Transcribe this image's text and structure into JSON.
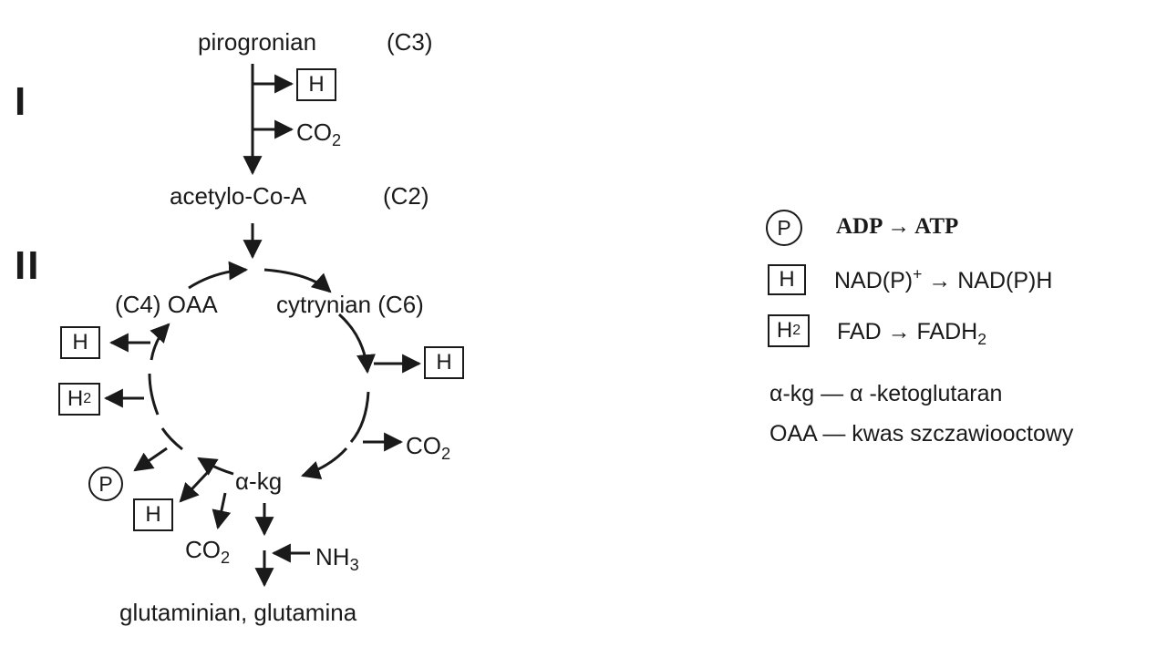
{
  "sections": {
    "stage1": "I",
    "stage2": "II"
  },
  "pathway": {
    "pyruvate": "pirogronian",
    "pyruvate_c": "(C3)",
    "acetyl": "acetylo-Co-A",
    "acetyl_c": "(C2)",
    "oaa": "(C4) OAA",
    "citrate": "cytrynian (C6)",
    "akg": "α-kg",
    "glutamate": "glutaminian, glutamina"
  },
  "products": {
    "h": "H",
    "h2_main": "H",
    "h2_sub": "2",
    "p": "P",
    "co2_main": "CO",
    "co2_sub": "2",
    "nh3_main": "NH",
    "nh3_sub": "3"
  },
  "legend": {
    "p_text": "ADP → ATP",
    "h_text_a": "NAD(P)",
    "h_text_sup": "+",
    "h_text_b": " → NAD(P)H",
    "h2_text_a": "FAD → FADH",
    "h2_text_sub": "2",
    "akg_line": "α-kg — α -ketoglutaran",
    "oaa_line": "OAA — kwas szczawiooctowy"
  }
}
